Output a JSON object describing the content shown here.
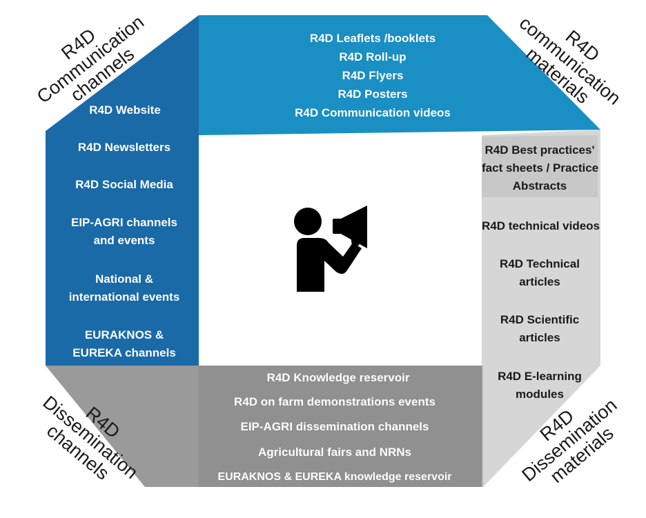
{
  "colors": {
    "communication_channels": "#1a6aa8",
    "communication_materials": "#1a8fc4",
    "dissemination_channels": "#9a9a9a",
    "dissemination_materials": "#d6d6d6",
    "center": "#ffffff",
    "icon": "#000000"
  },
  "corners": {
    "top_left": [
      "R4D",
      "Communication",
      "channels"
    ],
    "top_right": [
      "R4D",
      "communication",
      "materials"
    ],
    "bottom_left": [
      "R4D",
      "Dissemination",
      "channels"
    ],
    "bottom_right": [
      "R4D",
      "Dissemination",
      "materials"
    ]
  },
  "communication_materials": [
    "R4D  Leaflets /booklets",
    "R4D Roll-up",
    "R4D  Flyers",
    "R4D Posters",
    "R4D Communication videos"
  ],
  "communication_channels": [
    "R4D Website",
    "R4D Newsletters",
    "R4D Social Media",
    [
      "EIP-AGRI channels",
      "and events"
    ],
    [
      "National &",
      "international events"
    ],
    [
      "EURAKNOS &",
      "EUREKA channels"
    ]
  ],
  "dissemination_materials": [
    [
      "R4D Best practices'",
      "fact sheets / Practice",
      "Abstracts"
    ],
    "R4D technical videos",
    [
      "R4D Technical",
      "articles"
    ],
    [
      "R4D Scientific",
      "articles"
    ],
    [
      "R4D E-learning",
      "modules"
    ]
  ],
  "dissemination_channels": [
    "R4D Knowledge reservoir",
    "R4D on farm demonstrations events",
    "EIP-AGRI dissemination channels",
    "Agricultural fairs and NRNs",
    "EURAKNOS & EUREKA knowledge reservoir"
  ],
  "center_icon": "person-megaphone-icon"
}
